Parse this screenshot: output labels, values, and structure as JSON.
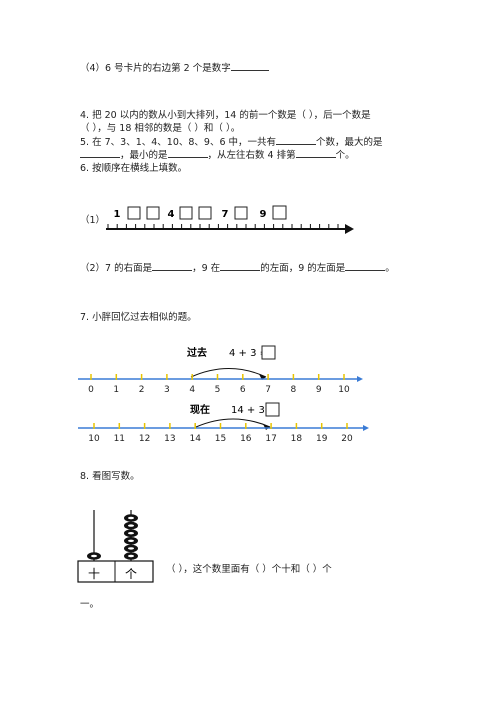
{
  "q4_4": {
    "text": "（4）6 号卡片的右边第 2 个是数字"
  },
  "q4": {
    "line1": "4. 把 20 以内的数从小到大排列，14 的前一个数是（        ），后一个数是",
    "line2": "（        ），与 18 相邻的数是（        ）和（        ）。"
  },
  "q5": {
    "line1a": "5. 在 7、3、1、4、10、8、9、6 中，一共有",
    "line1b": "个数，最大的是",
    "line2a": "，最小的是",
    "line2b": "，从左往右数 4 排第",
    "line2c": "个。"
  },
  "q6": {
    "title": "6. 按顺序在横线上填数。",
    "part1_label": "（1）",
    "numbers": [
      "1",
      "4",
      "7",
      "9"
    ],
    "part2a": "（2）7 的右面是",
    "part2b": "，9 在",
    "part2c": "的左面，9 的左面是",
    "part2d": "。"
  },
  "q7": {
    "title": "7. 小胖回忆过去相似的题。",
    "past_label": "过去",
    "past_expr": "4 + 3 =",
    "past_ticks": [
      "0",
      "1",
      "2",
      "3",
      "4",
      "5",
      "6",
      "7",
      "8",
      "9",
      "10"
    ],
    "now_label": "现在",
    "now_expr": "14 + 3 =",
    "now_ticks": [
      "10",
      "11",
      "12",
      "13",
      "14",
      "15",
      "16",
      "17",
      "18",
      "19",
      "20"
    ]
  },
  "q8": {
    "title": "8. 看图写数。",
    "tens_label": "十",
    "ones_label": "个",
    "tens_beads": 1,
    "ones_beads": 6,
    "sentence": "（        ），这个数里面有（        ）个十和（        ）个",
    "sentence_end": "一。"
  }
}
